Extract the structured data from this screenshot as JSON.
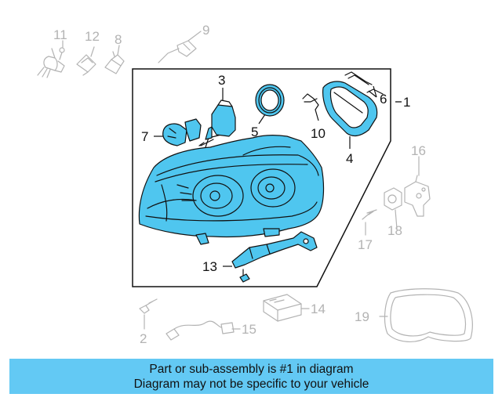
{
  "colors": {
    "highlight": "#4fc6ef",
    "muted_outline": "#b3b3b3",
    "outline": "#111111",
    "banner_background": "#63c9f4"
  },
  "callouts": {
    "c1": "1",
    "c2": "2",
    "c3": "3",
    "c4": "4",
    "c5": "5",
    "c6": "6",
    "c7": "7",
    "c8": "8",
    "c9": "9",
    "c10": "10",
    "c11": "11",
    "c12": "12",
    "c13": "13",
    "c14": "14",
    "c15": "15",
    "c16": "16",
    "c17": "17",
    "c18": "18",
    "c19": "19"
  },
  "banner": {
    "line1": "Part or sub-assembly is #1 in diagram",
    "line2": "Diagram may not be specific to your vehicle"
  }
}
